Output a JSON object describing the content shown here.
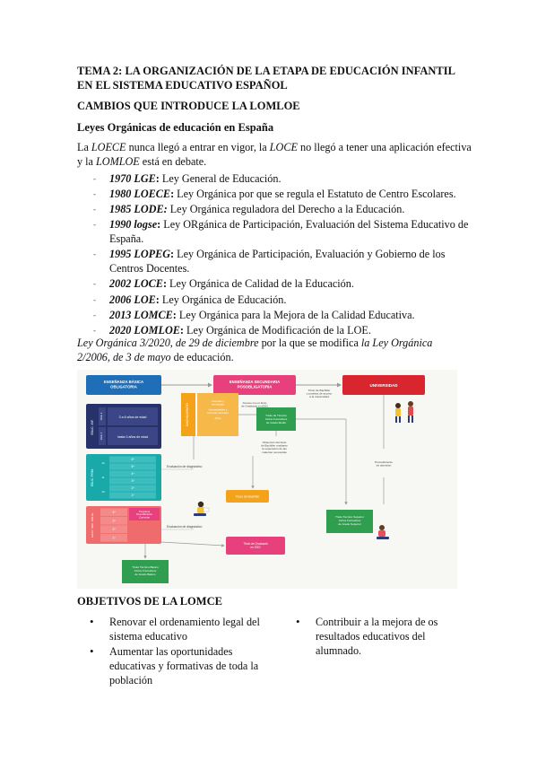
{
  "title": "TEMA 2: LA ORGANIZACIÓN DE LA ETAPA DE EDUCACIÓN INFANTIL EN EL SISTEMA EDUCATIVO ESPAÑOL",
  "section1": "CAMBIOS QUE INTRODUCE LA LOMLOE",
  "subsection1": "Leyes Orgánicas de educación en España",
  "intro": {
    "t1": "La ",
    "loece": "LOECE",
    "t2": " nunca llegó a entrar en vigor, la ",
    "loce": "LOCE",
    "t3": " no llegó a tener una aplicación efectiva y la ",
    "lomloe": "LOMLOE",
    "t4": " está en debate."
  },
  "laws": [
    {
      "year_acronym": "1970 LGE",
      "sep": ": ",
      "description": "Ley General de Educación."
    },
    {
      "year_acronym": "1980 LOECE",
      "sep": ": ",
      "description": "Ley Orgánica por que se regula el Estatuto de Centro Escolares."
    },
    {
      "year_acronym": "1985 LODE:",
      "sep": " ",
      "description": "Ley Orgánica reguladora del Derecho a la Educación."
    },
    {
      "year_acronym": "1990 logse",
      "sep": ": ",
      "description": "Ley ORgánica de Participación, Evaluación del Sistema Educativo de España."
    },
    {
      "year_acronym": "1995 LOPEG",
      "sep": ": ",
      "description": "Ley Orgánica de Participación, Evaluación y Gobierno de los Centros Docentes."
    },
    {
      "year_acronym": "2002 LOCE",
      "sep": ": ",
      "description": "Ley Orgánica de Calidad de la Educación."
    },
    {
      "year_acronym": "2006 LOE",
      "sep": ": ",
      "description": "Ley Orgánica de Educación."
    },
    {
      "year_acronym": "2013 LOMCE",
      "sep": ": ",
      "description": "Ley Orgánica para la Mejora de la Calidad Educativa."
    },
    {
      "year_acronym": "2020 LOMLOE",
      "sep": ": ",
      "description": "Ley Orgánica de Modificación de la LOE."
    }
  ],
  "modification": {
    "i1": "Ley Orgánica 3/2020, de 29 de diciembre",
    "t1": " por la que se modifica ",
    "i2": "la Ley Orgánica 2/2006, de 3 de mayo",
    "t2": " de educación."
  },
  "diagram": {
    "box_basic": "ENSEÑANZA BÁSICA OBLIGATORIA",
    "box_post": "ENSEÑANZA SECUNDARIA POSOBLIGATORIA",
    "box_univ": "UNIVERSIDAD",
    "infantil_1": "3 a 6 años de edad",
    "infantil_2": "hasta 3 años de edad",
    "infantil_side": "EDUC. INF.",
    "infantil_c1": "Ciclo 2",
    "infantil_c2": "Ciclo 1",
    "primaria_side": "EDUC. PRIM.",
    "primaria_rows": [
      "6º",
      "5º",
      "4º",
      "3º",
      "2º",
      "1º"
    ],
    "primaria_ages": [
      "12",
      "11",
      "10"
    ],
    "eso_side": "EDUC. SEC. OBLIG.",
    "eso_rows": [
      "4º",
      "3º",
      "2º",
      "1º"
    ],
    "programa": "Programa Diversificación Curricular",
    "eval_diag_1": "Evaluación de diagnóstico",
    "eval_diag_2": "Evaluación de diagnóstico",
    "bach_side": "BACHILLERATO",
    "bach_mods": "Ciencias y tecnología · Humanidades y Ciencias Sociales · Artes",
    "acceso_eso": "Acceso con el título de Graduado en ESO",
    "titulo_bach_acceso": "Título de Bachiller y pruebas de acceso a la universidad",
    "tecnico": "Título de Técnico Ciclos Formativos de Grado Medio",
    "obtencion": "Obtención del título de Bachiller mediante la superación de las materias necesarias",
    "titulo_bach": "Título de Bachiller",
    "procedimiento": "Procedimiento de admisión",
    "superior": "Título Técnico Superior Ciclos Formativos de Grado Superior",
    "graduado": "Título de Graduado en ESO",
    "basico": "Título Técnico Básico Ciclos Formativos de Grado Básico"
  },
  "section2": "OBJETIVOS DE LA LOMCE",
  "objectives_left": [
    "Renovar el ordenamiento legal del sistema educativo",
    "Aumentar las oportunidades educativas y formativas de toda la población"
  ],
  "objectives_right": [
    "Contribuir a la mejora de os resultados educativos del alumnado."
  ],
  "colors": {
    "blue": "#1f6fb8",
    "pink": "#e8407c",
    "red": "#d9262e",
    "orange": "#f5a21b",
    "green": "#2f9e4f",
    "teal": "#19a9a9",
    "navy": "#27326b",
    "salmon": "#f06b6b"
  }
}
